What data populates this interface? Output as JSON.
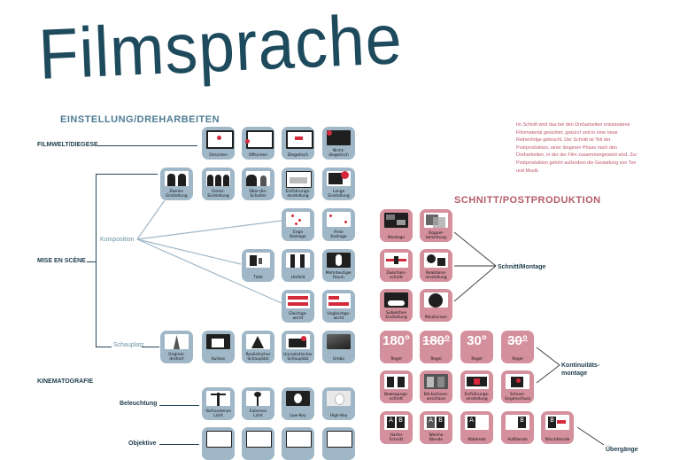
{
  "title": "Filmsprache",
  "sections": {
    "einstellung": "EINSTELLUNG/DREHARBEITEN",
    "schnitt": "SCHNITT/POSTPRODUKTION",
    "filmwelt": "FILMWELT/DIEGESE",
    "mise": "MISE EN SCÈNE",
    "kinematografie": "KINEMATOGRAFIE",
    "komposition": "Komposition",
    "schauplatz": "Schauplatz",
    "beleuchtung": "Beleuchtung",
    "objektive": "Objektive",
    "schnitt_montage": "Schnitt/Montage",
    "kontinuitaet": "Kontinuitäts-\nmontage",
    "uebergaenge": "Übergänge"
  },
  "note": "Im Schnitt wird das bei den Dreharbeiten entstandene Filmmaterial gesichtet, gekürzt und in eine neue Reihenfolge gebracht. Der Schnitt ist Teil der Postproduktion, einer längeren Phase nach den Dreharbeiten, in der der Film zusammengesetzt wird. Zur Postproduktion gehört außerdem die Gestaltung von Ton und Musik.",
  "tiles": {
    "onscreen": "Onscreen",
    "offscreen": "Offscreen",
    "diegetisch": "Diegetisch",
    "nicht_diegetisch": "Nicht-\ndiegetisch",
    "zweier": "Zweier-\nEinstellung",
    "dreier": "Dreier-\nEinstellung",
    "ueber_schulter": "Über-die-\nSchulter",
    "einfuehrung": "Einführungs-\neinstellung",
    "lange": "Lange\nEinstellung",
    "enge": "Enge\nKadrage",
    "freie": "Freie\nKadrage",
    "tiefe": "Tiefe",
    "umfeld": "Umfeld",
    "mehrdeutig": "Mehrdeutiger\nRaum",
    "gleichgewicht": "Gleichge-\nwicht",
    "ungleich": "Ungleichge-\nwicht",
    "original": "Original-\ndrehort",
    "kulisse": "Kulisse",
    "realistisch": "Realistischer\nSchauplatz",
    "unrealistisch": "Unrealistischer\nSchauplatz",
    "umbo": "Umbo",
    "vorhandenes": "Vorhandenes\nLicht",
    "externes": "Externes\nLicht",
    "lowkey": "Low-Key",
    "highkey": "High-Key",
    "montage": "Montage",
    "doppel": "Doppel-\nbelichtung",
    "zwischen": "Zwischen-\nschnitt",
    "reaktion": "Reaktions-\neinstellung",
    "subjektive": "Subjektive\nEinstellung",
    "mindscreen": "Mindscreen",
    "regel1": "Regel",
    "regel2": "Regel",
    "regel3": "Regel",
    "regel4": "Regel",
    "n180a": "180°",
    "n180b": "180°",
    "n30a": "30°",
    "n30b": "30°",
    "bewegung": "Bewegungs-\nschnitt",
    "blickachse": "Blickachsen-\nanschluss",
    "einfuehrungs2": "Einführungs-\neinstellung",
    "schuss": "Schuss-\nGegenschuss",
    "harter": "Harter\nSchnitt",
    "weiche": "Weiche\nBlende",
    "abblende": "Abblende",
    "aufblende": "Aufblende",
    "wischblende": "Wischblende"
  },
  "colors": {
    "title": "#1d4a5c",
    "tile_blue": "#9fb7c7",
    "tile_pink": "#d4909c",
    "note_red": "#c0566a"
  }
}
